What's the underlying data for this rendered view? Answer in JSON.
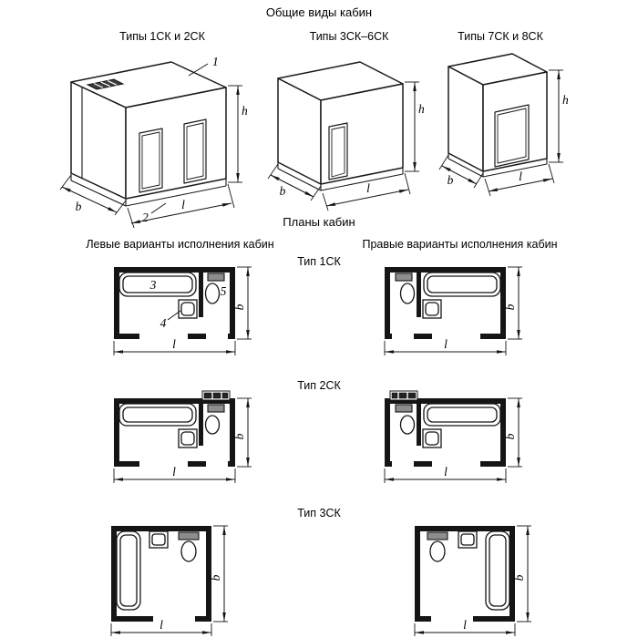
{
  "titles": {
    "general_views": "Общие виды кабин",
    "plans": "Планы кабин",
    "left_variants": "Левые варианты исполнения кабин",
    "right_variants": "Правые варианты исполнения кабин"
  },
  "views": {
    "view1": {
      "title": "Типы 1СК и 2СК"
    },
    "view2": {
      "title": "Типы 3СК–6СК"
    },
    "view3": {
      "title": "Типы 7СК и 8СК"
    }
  },
  "plan_rows": {
    "row1": {
      "label": "Тип 1СК"
    },
    "row2": {
      "label": "Тип 2СК"
    },
    "row3": {
      "label": "Тип 3СК"
    }
  },
  "callouts": {
    "n1": "1",
    "n2": "2",
    "n3": "3",
    "n4": "4",
    "n5": "5"
  },
  "dims": {
    "b": "b",
    "l": "l",
    "h": "h"
  }
}
